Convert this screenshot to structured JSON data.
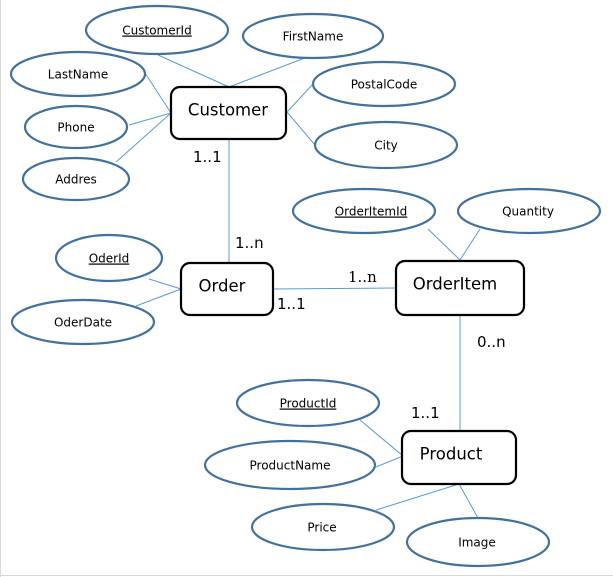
{
  "diagram": {
    "type": "entity-relationship",
    "colors": {
      "attribute_border": "#41719c",
      "connector": "#5b9bd5",
      "entity_border": "#000000"
    },
    "entities": {
      "customer": {
        "label": "Customer"
      },
      "order": {
        "label": "Order"
      },
      "orderitem": {
        "label": "OrderItem"
      },
      "product": {
        "label": "Product"
      }
    },
    "attributes": {
      "customer": [
        {
          "label": "CustomerId",
          "key": true
        },
        {
          "label": "FirstName",
          "key": false
        },
        {
          "label": "LastName",
          "key": false
        },
        {
          "label": "PostalCode",
          "key": false
        },
        {
          "label": "Phone",
          "key": false
        },
        {
          "label": "City",
          "key": false
        },
        {
          "label": "Addres",
          "key": false
        }
      ],
      "order": [
        {
          "label": "OderId",
          "key": true
        },
        {
          "label": "OderDate",
          "key": false
        }
      ],
      "orderitem": [
        {
          "label": "OrderItemId",
          "key": true
        },
        {
          "label": "Quantity",
          "key": false
        }
      ],
      "product": [
        {
          "label": "ProductId",
          "key": true
        },
        {
          "label": "ProductName",
          "key": false
        },
        {
          "label": "Price",
          "key": false
        },
        {
          "label": "Image",
          "key": false
        }
      ]
    },
    "relationships": [
      {
        "from": "Customer",
        "to": "Order",
        "from_cardinality": "1..1",
        "to_cardinality": "1..n"
      },
      {
        "from": "Order",
        "to": "OrderItem",
        "from_cardinality": "1..1",
        "to_cardinality": "1..n"
      },
      {
        "from": "OrderItem",
        "to": "Product",
        "from_cardinality": "0..n",
        "to_cardinality": "1..1"
      }
    ]
  }
}
